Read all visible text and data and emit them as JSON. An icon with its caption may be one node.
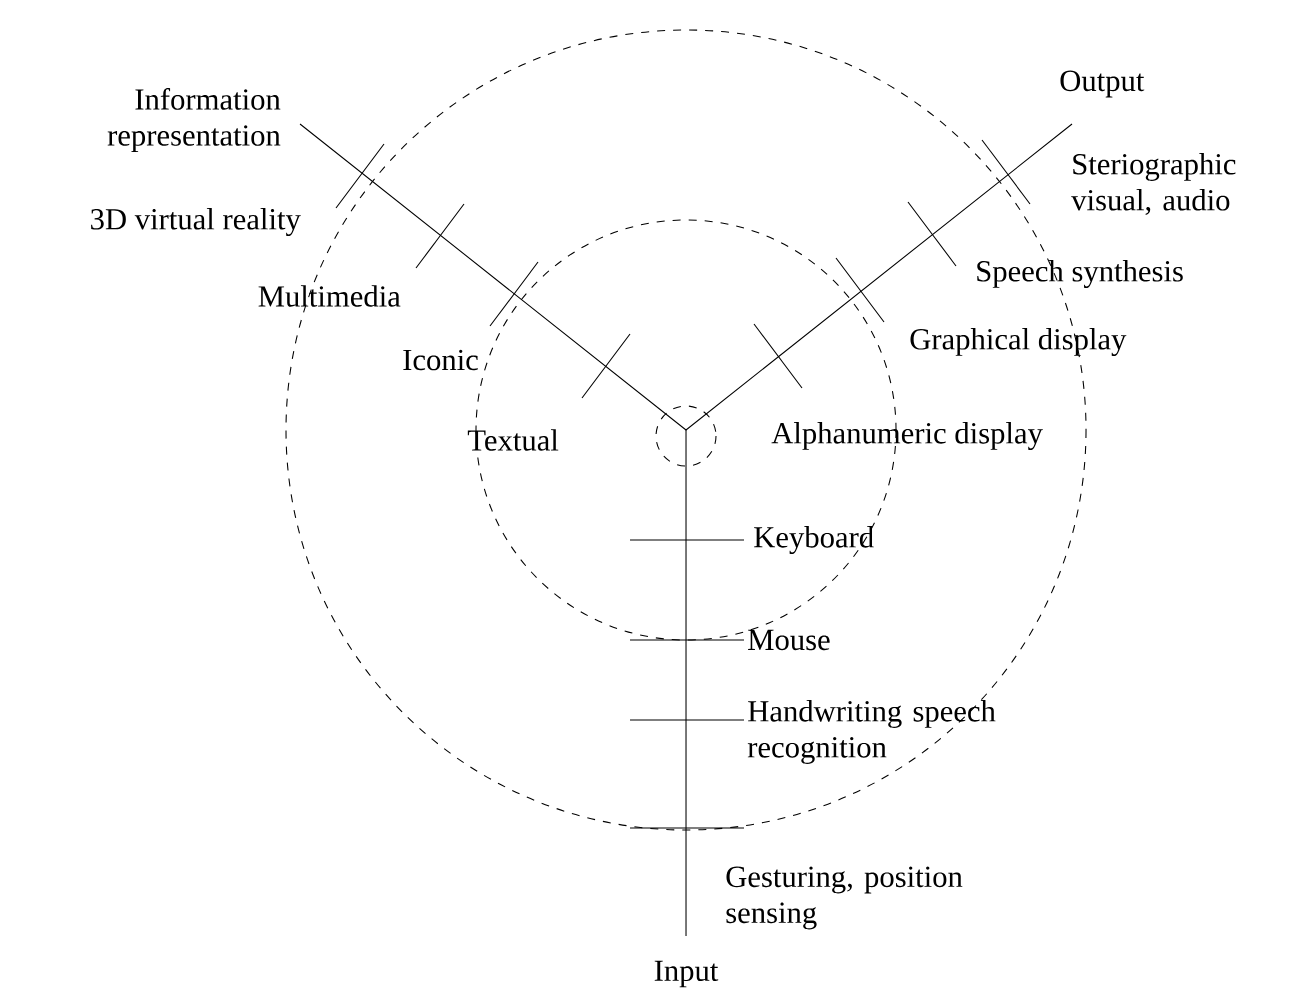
{
  "diagram": {
    "labels": [
      "Information representation",
      "3D virtual reality",
      "Multimedia",
      "Iconic",
      "Textual",
      "Output",
      "Steriographic visual, audio",
      "Speech synthesis",
      "Graphical display",
      "Alphanumeric display",
      "Keyboard",
      "Mouse",
      "Handwriting speech recognition",
      "Gesturing, position sensing",
      "Input"
    ]
  }
}
